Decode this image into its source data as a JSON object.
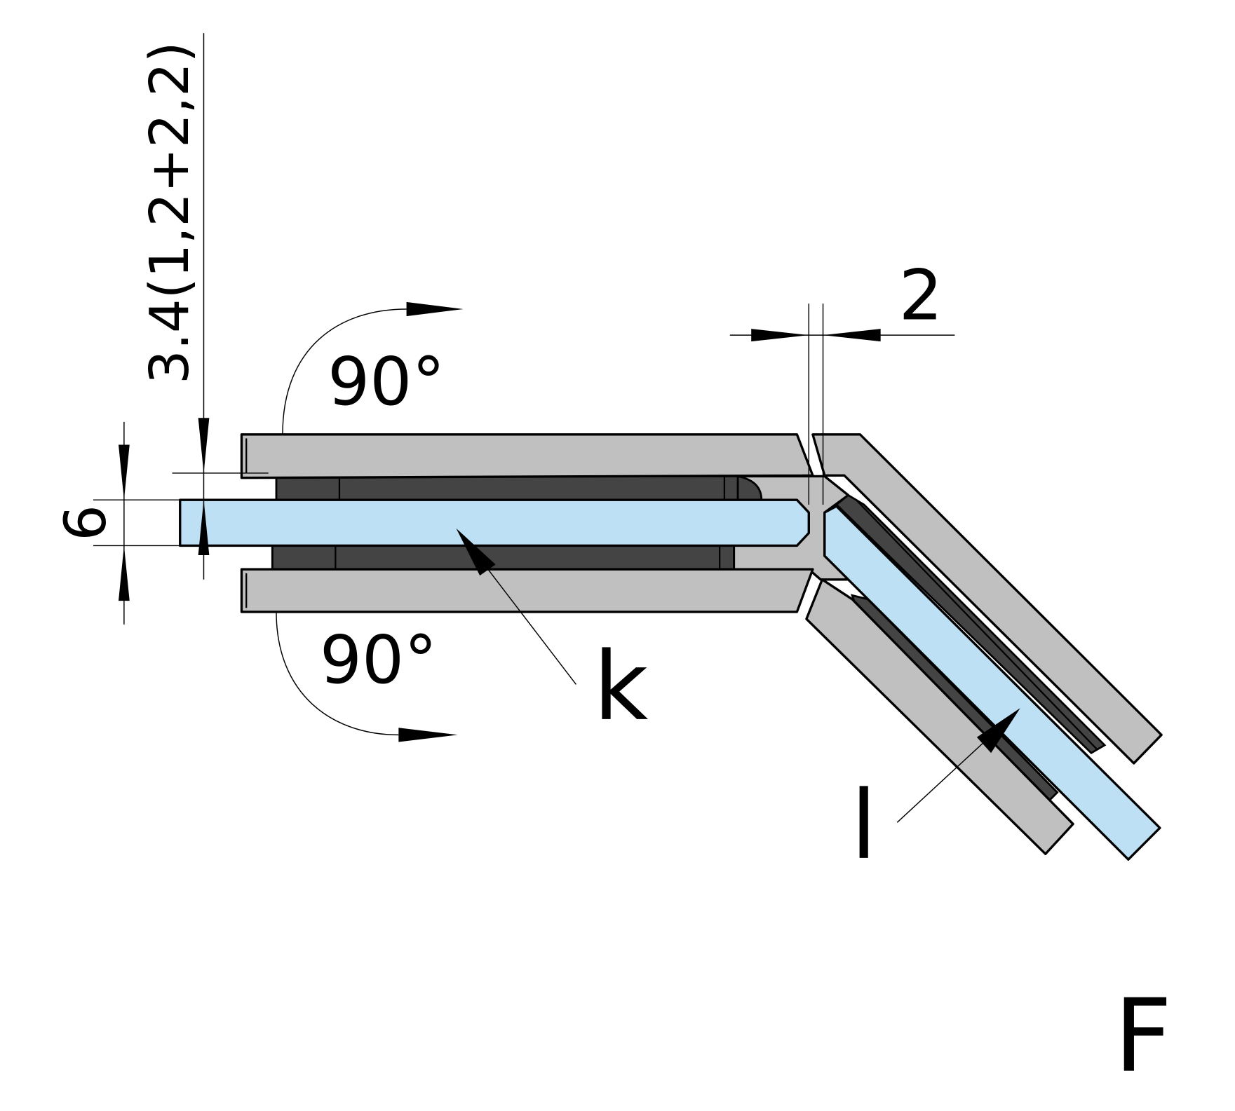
{
  "drawing": {
    "view_label": "F",
    "dimensions": {
      "clamp_thickness": "3.4(1,2+2,2)",
      "glass_thickness": "6",
      "gap_width": "2"
    },
    "angles": {
      "upper": "90°",
      "lower": "90°"
    },
    "callouts": {
      "glass_left": "k",
      "glass_right": "l"
    },
    "colors": {
      "glass": "#bde0f5",
      "metal": "#c0c0c0",
      "gasket": "#444444"
    }
  }
}
